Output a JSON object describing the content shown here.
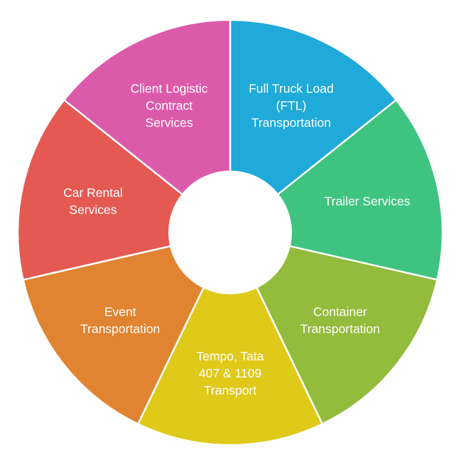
{
  "diagram": {
    "type": "donut",
    "segments": [
      {
        "lines": [
          "Full Truck Load",
          "(FTL)",
          "Transportation"
        ],
        "color": "#1faad9"
      },
      {
        "lines": [
          "Trailer Services"
        ],
        "color": "#3ec480"
      },
      {
        "lines": [
          "Container",
          "Transportation"
        ],
        "color": "#93bb3c"
      },
      {
        "lines": [
          "Tempo, Tata",
          "407 & 1109",
          "Transport"
        ],
        "color": "#dfc919"
      },
      {
        "lines": [
          "Event",
          "Transportation"
        ],
        "color": "#e08431"
      },
      {
        "lines": [
          "Car Rental",
          "Services"
        ],
        "color": "#e45a53"
      },
      {
        "lines": [
          "Client Logistic",
          "Contract",
          "Services"
        ],
        "color": "#db5aaa"
      }
    ]
  }
}
